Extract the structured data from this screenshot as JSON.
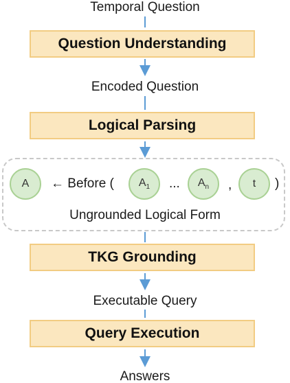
{
  "labels": {
    "temporal_question": "Temporal Question",
    "encoded_question": "Encoded Question",
    "executable_query": "Executable Query",
    "answers": "Answers"
  },
  "stages": {
    "question_understanding": "Question Understanding",
    "logical_parsing": "Logical Parsing",
    "tkg_grounding": "TKG Grounding",
    "query_execution": "Query Execution"
  },
  "logical_form": {
    "caption": "Ungrounded Logical Form",
    "answer_node": "A",
    "arrow_before": "← Before (",
    "arg1": "A",
    "arg1_sub": "1",
    "ellipsis": "...",
    "arg2": "A",
    "arg2_sub": "n",
    "comma": ",",
    "time_node": "t",
    "close_paren": ")"
  },
  "colors": {
    "stage_fill": "#fbe7bf",
    "stage_border": "#f2cc82",
    "node_fill": "#d9ecd1",
    "node_border": "#a9d194",
    "arrow": "#5b9bd5",
    "panel_border": "#c8c8c8"
  }
}
